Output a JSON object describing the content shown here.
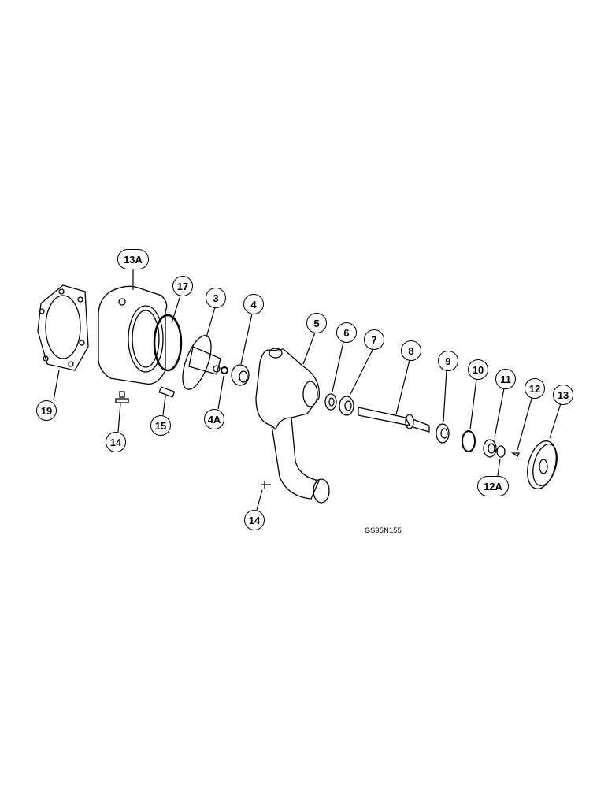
{
  "diagram": {
    "type": "exploded-parts-view",
    "subject": "Water pump assembly",
    "figure_id": "GS95N155",
    "callouts": [
      {
        "id": "19",
        "label": "19"
      },
      {
        "id": "13A",
        "label": "13A"
      },
      {
        "id": "17",
        "label": "17"
      },
      {
        "id": "14a",
        "label": "14"
      },
      {
        "id": "15",
        "label": "15"
      },
      {
        "id": "3",
        "label": "3"
      },
      {
        "id": "4",
        "label": "4"
      },
      {
        "id": "4A",
        "label": "4A"
      },
      {
        "id": "5",
        "label": "5"
      },
      {
        "id": "14b",
        "label": "14"
      },
      {
        "id": "6",
        "label": "6"
      },
      {
        "id": "7",
        "label": "7"
      },
      {
        "id": "8",
        "label": "8"
      },
      {
        "id": "9",
        "label": "9"
      },
      {
        "id": "10",
        "label": "10"
      },
      {
        "id": "11",
        "label": "11"
      },
      {
        "id": "12",
        "label": "12"
      },
      {
        "id": "12A",
        "label": "12A"
      },
      {
        "id": "13",
        "label": "13"
      }
    ]
  }
}
